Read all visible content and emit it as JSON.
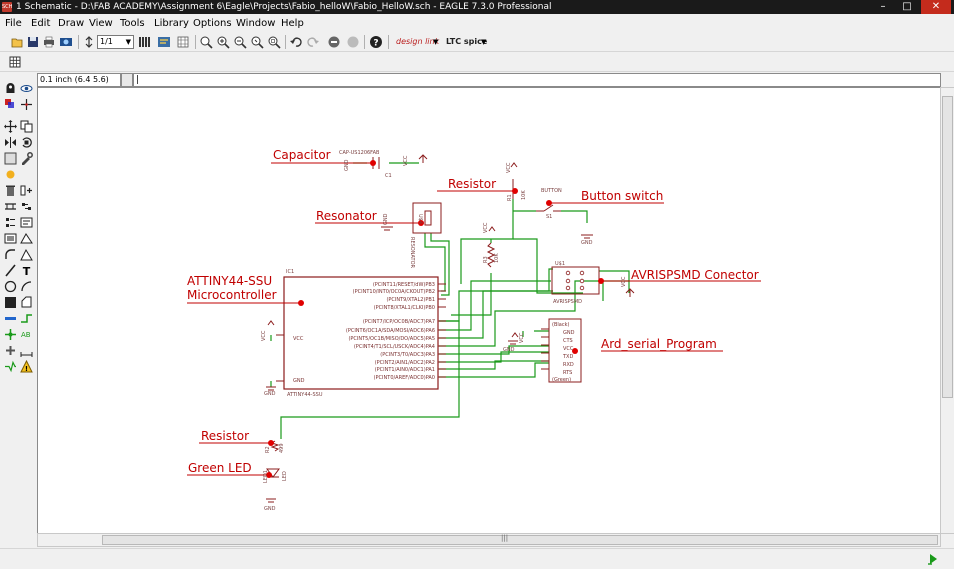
{
  "window": {
    "title": "1 Schematic - D:\\FAB ACADEMY\\Assignment 6\\Eagle\\Projects\\Fabio_helloW\\Fabio_HelloW.sch - EAGLE 7.3.0 Professional",
    "app_icon_text": "SCH",
    "minimize": "–",
    "maximize": "□",
    "close": "✕"
  },
  "menu": [
    "File",
    "Edit",
    "Draw",
    "View",
    "Tools",
    "Library",
    "Options",
    "Window",
    "Help"
  ],
  "toolbar": {
    "sheet_select": "1/1",
    "brand_designlink": "design link",
    "brand_ltspice": "LTC spice"
  },
  "command_row": {
    "coordinate": "0.1 inch (6.4 5.6)",
    "command_text": "|"
  },
  "annotations": {
    "capacitor": "Capacitor",
    "resistor_top": "Resistor",
    "button_switch": "Button switch",
    "resonator": "Resonator",
    "attiny_line1": "ATTINY44-SSU",
    "attiny_line2": "Microcontroller",
    "avrispsmd": "AVRISPSMD Conector",
    "ard_serial": "Ard_serial_Program",
    "resistor_bottom": "Resistor",
    "green_led": "Green LED"
  },
  "parts": {
    "cap_value": "CAP-US1206FAB",
    "cap_name": "C1",
    "vcc": "VCC",
    "gnd": "GND",
    "r1": "R1",
    "r1_value": "10K",
    "r2": "R2",
    "r2_value": "499",
    "r3": "R3",
    "r3_value": "10K",
    "button": "BUTTON",
    "button_name": "S1",
    "resonator_name": "U$4",
    "resonator_value": "RESONATOR",
    "ic_name": "IC1",
    "ic_value": "ATTINY44-SSU",
    "ic_pins_right": [
      "(PCINT11/RESET/dW)PB3",
      "(PCINT10/INT0/OC0A/CKOUT)PB2",
      "(PCINT9/XTAL2)PB1",
      "(PCINT8/XTAL1/CLKI)PB0",
      "(PCINT7/ICP/OC0B/ADC7)PA7",
      "(PCINT6/OC1A/SDA/MOSI/ADC6)PA6",
      "(PCINT5/OC1B/MISO/DO/ADC5)PA5",
      "(PCINT4/T1/SCL/USCK/ADC4)PA4",
      "(PCINT3/T0/ADC3)PA3",
      "(PCINT2/AIN1/ADC2)PA2",
      "(PCINT1/AIN0/ADC1)PA1",
      "(PCINT0/AREF/ADC0)PA0"
    ],
    "ic_vcc": "VCC",
    "ic_gnd": "GND",
    "isp_name": "U$1",
    "isp_value": "AVRISPSMD",
    "ftdi_pins": [
      "(Black)",
      "GND",
      "CTS",
      "VCC",
      "TXD",
      "RXD",
      "RTS",
      "(Green)"
    ],
    "led_name": "LED1",
    "led_value": "LED"
  },
  "colors": {
    "wire": "#1a9a1a",
    "symbol": "#8b1c1c",
    "annotation": "#c00000",
    "canvas": "#ffffff"
  }
}
